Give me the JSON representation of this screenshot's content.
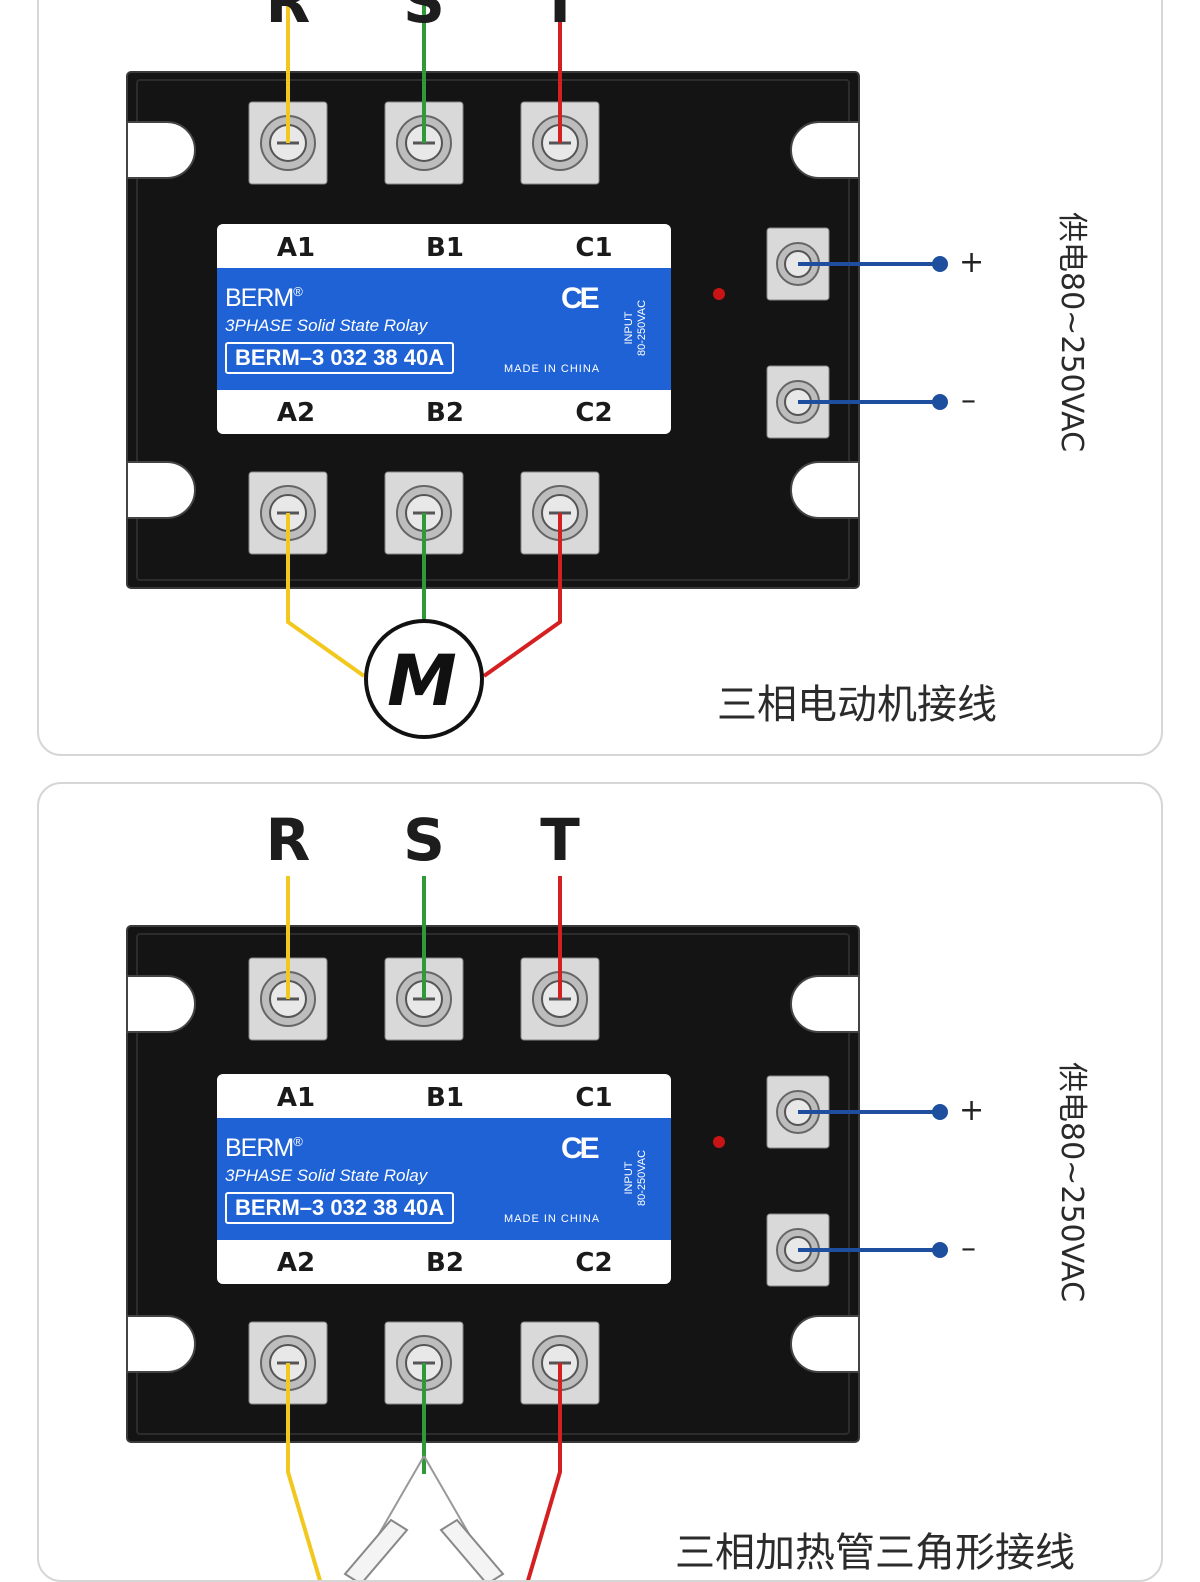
{
  "phases": [
    "R",
    "S",
    "T"
  ],
  "relay": {
    "top_terminals": [
      "A1",
      "B1",
      "C1"
    ],
    "bottom_terminals": [
      "A2",
      "B2",
      "C2"
    ],
    "brand": "BERM",
    "registered_mark": "®",
    "product": "3PHASE Solid State Rolay",
    "model": "BERM–3 032 38 40A",
    "certification": "CE",
    "made_in": "MADE IN CHINA",
    "input_label": "INPUT",
    "input_range": "80-250VAC"
  },
  "control": {
    "plus": "+",
    "minus": "–",
    "supply_label": "供电80~250VAC"
  },
  "panels": [
    {
      "caption": "三相电动机接线",
      "load_label": "M"
    },
    {
      "caption": "三相加热管三角形接线"
    }
  ],
  "wire_colors": {
    "R": "#f2c81e",
    "S": "#2e9a3a",
    "T": "#d42020",
    "control": "#1e4f9e"
  }
}
